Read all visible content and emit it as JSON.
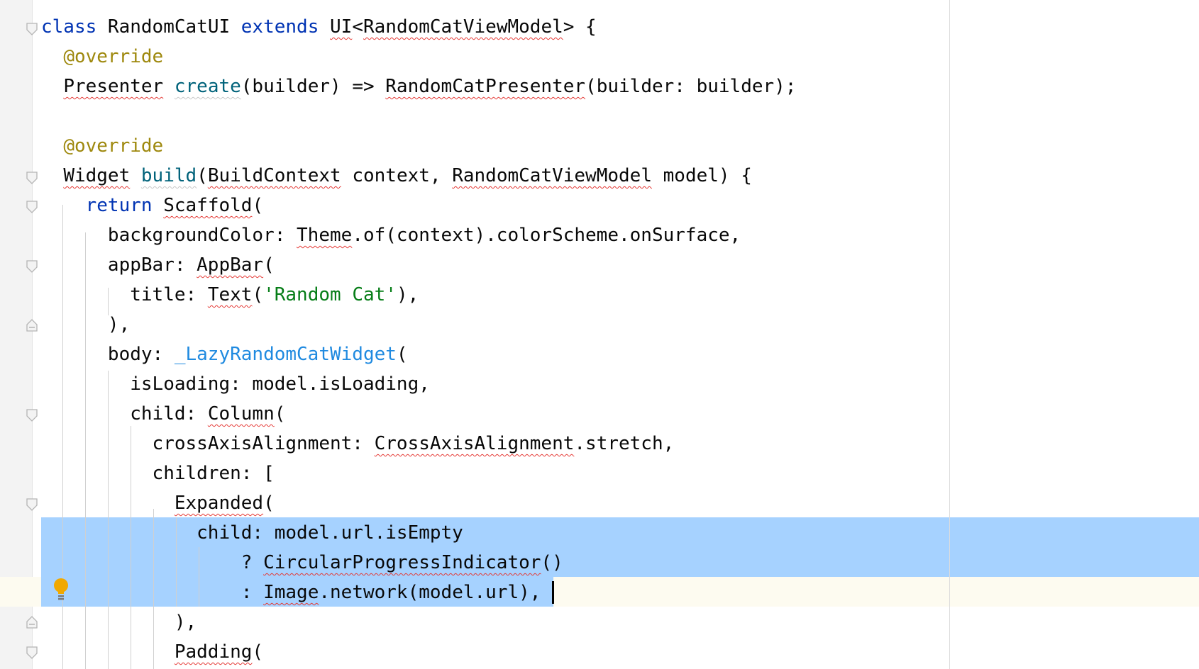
{
  "editor": {
    "lines": [
      {
        "indent": "",
        "tokens": [
          {
            "t": "class",
            "c": "kw"
          },
          {
            "t": " RandomCatUI ",
            "c": "plain"
          },
          {
            "t": "extends",
            "c": "kw"
          },
          {
            "t": " ",
            "c": "plain"
          },
          {
            "t": "UI",
            "c": "err"
          },
          {
            "t": "<",
            "c": "plain"
          },
          {
            "t": "RandomCatViewModel",
            "c": "err"
          },
          {
            "t": "> {",
            "c": "plain"
          }
        ]
      },
      {
        "indent": "  ",
        "tokens": [
          {
            "t": "@override",
            "c": "ann"
          }
        ]
      },
      {
        "indent": "  ",
        "tokens": [
          {
            "t": "Presenter",
            "c": "err"
          },
          {
            "t": " ",
            "c": "plain"
          },
          {
            "t": "create",
            "c": "fn warn"
          },
          {
            "t": "(builder) => ",
            "c": "plain"
          },
          {
            "t": "RandomCatPresenter",
            "c": "err"
          },
          {
            "t": "(builder: builder);",
            "c": "plain"
          }
        ]
      },
      {
        "indent": "",
        "tokens": [
          {
            "t": "",
            "c": "plain"
          }
        ]
      },
      {
        "indent": "  ",
        "tokens": [
          {
            "t": "@override",
            "c": "ann"
          }
        ]
      },
      {
        "indent": "  ",
        "tokens": [
          {
            "t": "Widget",
            "c": "err"
          },
          {
            "t": " ",
            "c": "plain"
          },
          {
            "t": "build",
            "c": "fn warn"
          },
          {
            "t": "(",
            "c": "plain"
          },
          {
            "t": "BuildContext",
            "c": "err"
          },
          {
            "t": " context, ",
            "c": "plain"
          },
          {
            "t": "RandomCatViewModel",
            "c": "err"
          },
          {
            "t": " model) {",
            "c": "plain"
          }
        ]
      },
      {
        "indent": "    ",
        "tokens": [
          {
            "t": "return",
            "c": "kw"
          },
          {
            "t": " ",
            "c": "plain"
          },
          {
            "t": "Scaffold",
            "c": "err"
          },
          {
            "t": "(",
            "c": "plain"
          }
        ]
      },
      {
        "indent": "      ",
        "tokens": [
          {
            "t": "backgroundColor: ",
            "c": "plain"
          },
          {
            "t": "Theme",
            "c": "err"
          },
          {
            "t": ".of(context).colorScheme.onSurface,",
            "c": "plain"
          }
        ]
      },
      {
        "indent": "      ",
        "tokens": [
          {
            "t": "appBar: ",
            "c": "plain"
          },
          {
            "t": "AppBar",
            "c": "err"
          },
          {
            "t": "(",
            "c": "plain"
          }
        ]
      },
      {
        "indent": "        ",
        "tokens": [
          {
            "t": "title: ",
            "c": "plain"
          },
          {
            "t": "Text",
            "c": "err"
          },
          {
            "t": "(",
            "c": "plain"
          },
          {
            "t": "'Random Cat'",
            "c": "str"
          },
          {
            "t": "),",
            "c": "plain"
          }
        ]
      },
      {
        "indent": "      ",
        "tokens": [
          {
            "t": "),",
            "c": "plain"
          }
        ]
      },
      {
        "indent": "      ",
        "tokens": [
          {
            "t": "body: ",
            "c": "plain"
          },
          {
            "t": "_LazyRandomCatWidget",
            "c": "priv"
          },
          {
            "t": "(",
            "c": "plain"
          }
        ]
      },
      {
        "indent": "        ",
        "tokens": [
          {
            "t": "isLoading: model.isLoading,",
            "c": "plain"
          }
        ]
      },
      {
        "indent": "        ",
        "tokens": [
          {
            "t": "child: ",
            "c": "plain"
          },
          {
            "t": "Column",
            "c": "err"
          },
          {
            "t": "(",
            "c": "plain"
          }
        ]
      },
      {
        "indent": "          ",
        "tokens": [
          {
            "t": "crossAxisAlignment: ",
            "c": "plain"
          },
          {
            "t": "CrossAxisAlignment",
            "c": "err"
          },
          {
            "t": ".stretch,",
            "c": "plain"
          }
        ]
      },
      {
        "indent": "          ",
        "tokens": [
          {
            "t": "children: [",
            "c": "plain"
          }
        ]
      },
      {
        "indent": "            ",
        "tokens": [
          {
            "t": "Expanded",
            "c": "err"
          },
          {
            "t": "(",
            "c": "plain"
          }
        ]
      },
      {
        "indent": "              ",
        "tokens": [
          {
            "t": "child: model.url.isEmpty",
            "c": "plain"
          }
        ]
      },
      {
        "indent": "                  ",
        "tokens": [
          {
            "t": "? ",
            "c": "plain"
          },
          {
            "t": "CircularProgressIndicator",
            "c": "err"
          },
          {
            "t": "()",
            "c": "plain"
          }
        ]
      },
      {
        "indent": "                  ",
        "tokens": [
          {
            "t": ": ",
            "c": "plain"
          },
          {
            "t": "Image",
            "c": "err"
          },
          {
            "t": ".network(model.url),",
            "c": "plain"
          }
        ]
      },
      {
        "indent": "            ",
        "tokens": [
          {
            "t": "),",
            "c": "plain"
          }
        ]
      },
      {
        "indent": "            ",
        "tokens": [
          {
            "t": "Padding",
            "c": "err"
          },
          {
            "t": "(",
            "c": "plain"
          }
        ]
      }
    ]
  },
  "colors": {
    "keyword": "#0033b3",
    "annotation": "#9e880d",
    "function": "#00627a",
    "string": "#067d17",
    "private_class": "#1f8ae0",
    "selection": "#a6d2ff",
    "error_underline": "#e53935",
    "intention_bulb": "#f0a800"
  },
  "icons": {
    "gutter_intention": "lightbulb-icon",
    "fold_marker": "fold-arrow-icon"
  }
}
